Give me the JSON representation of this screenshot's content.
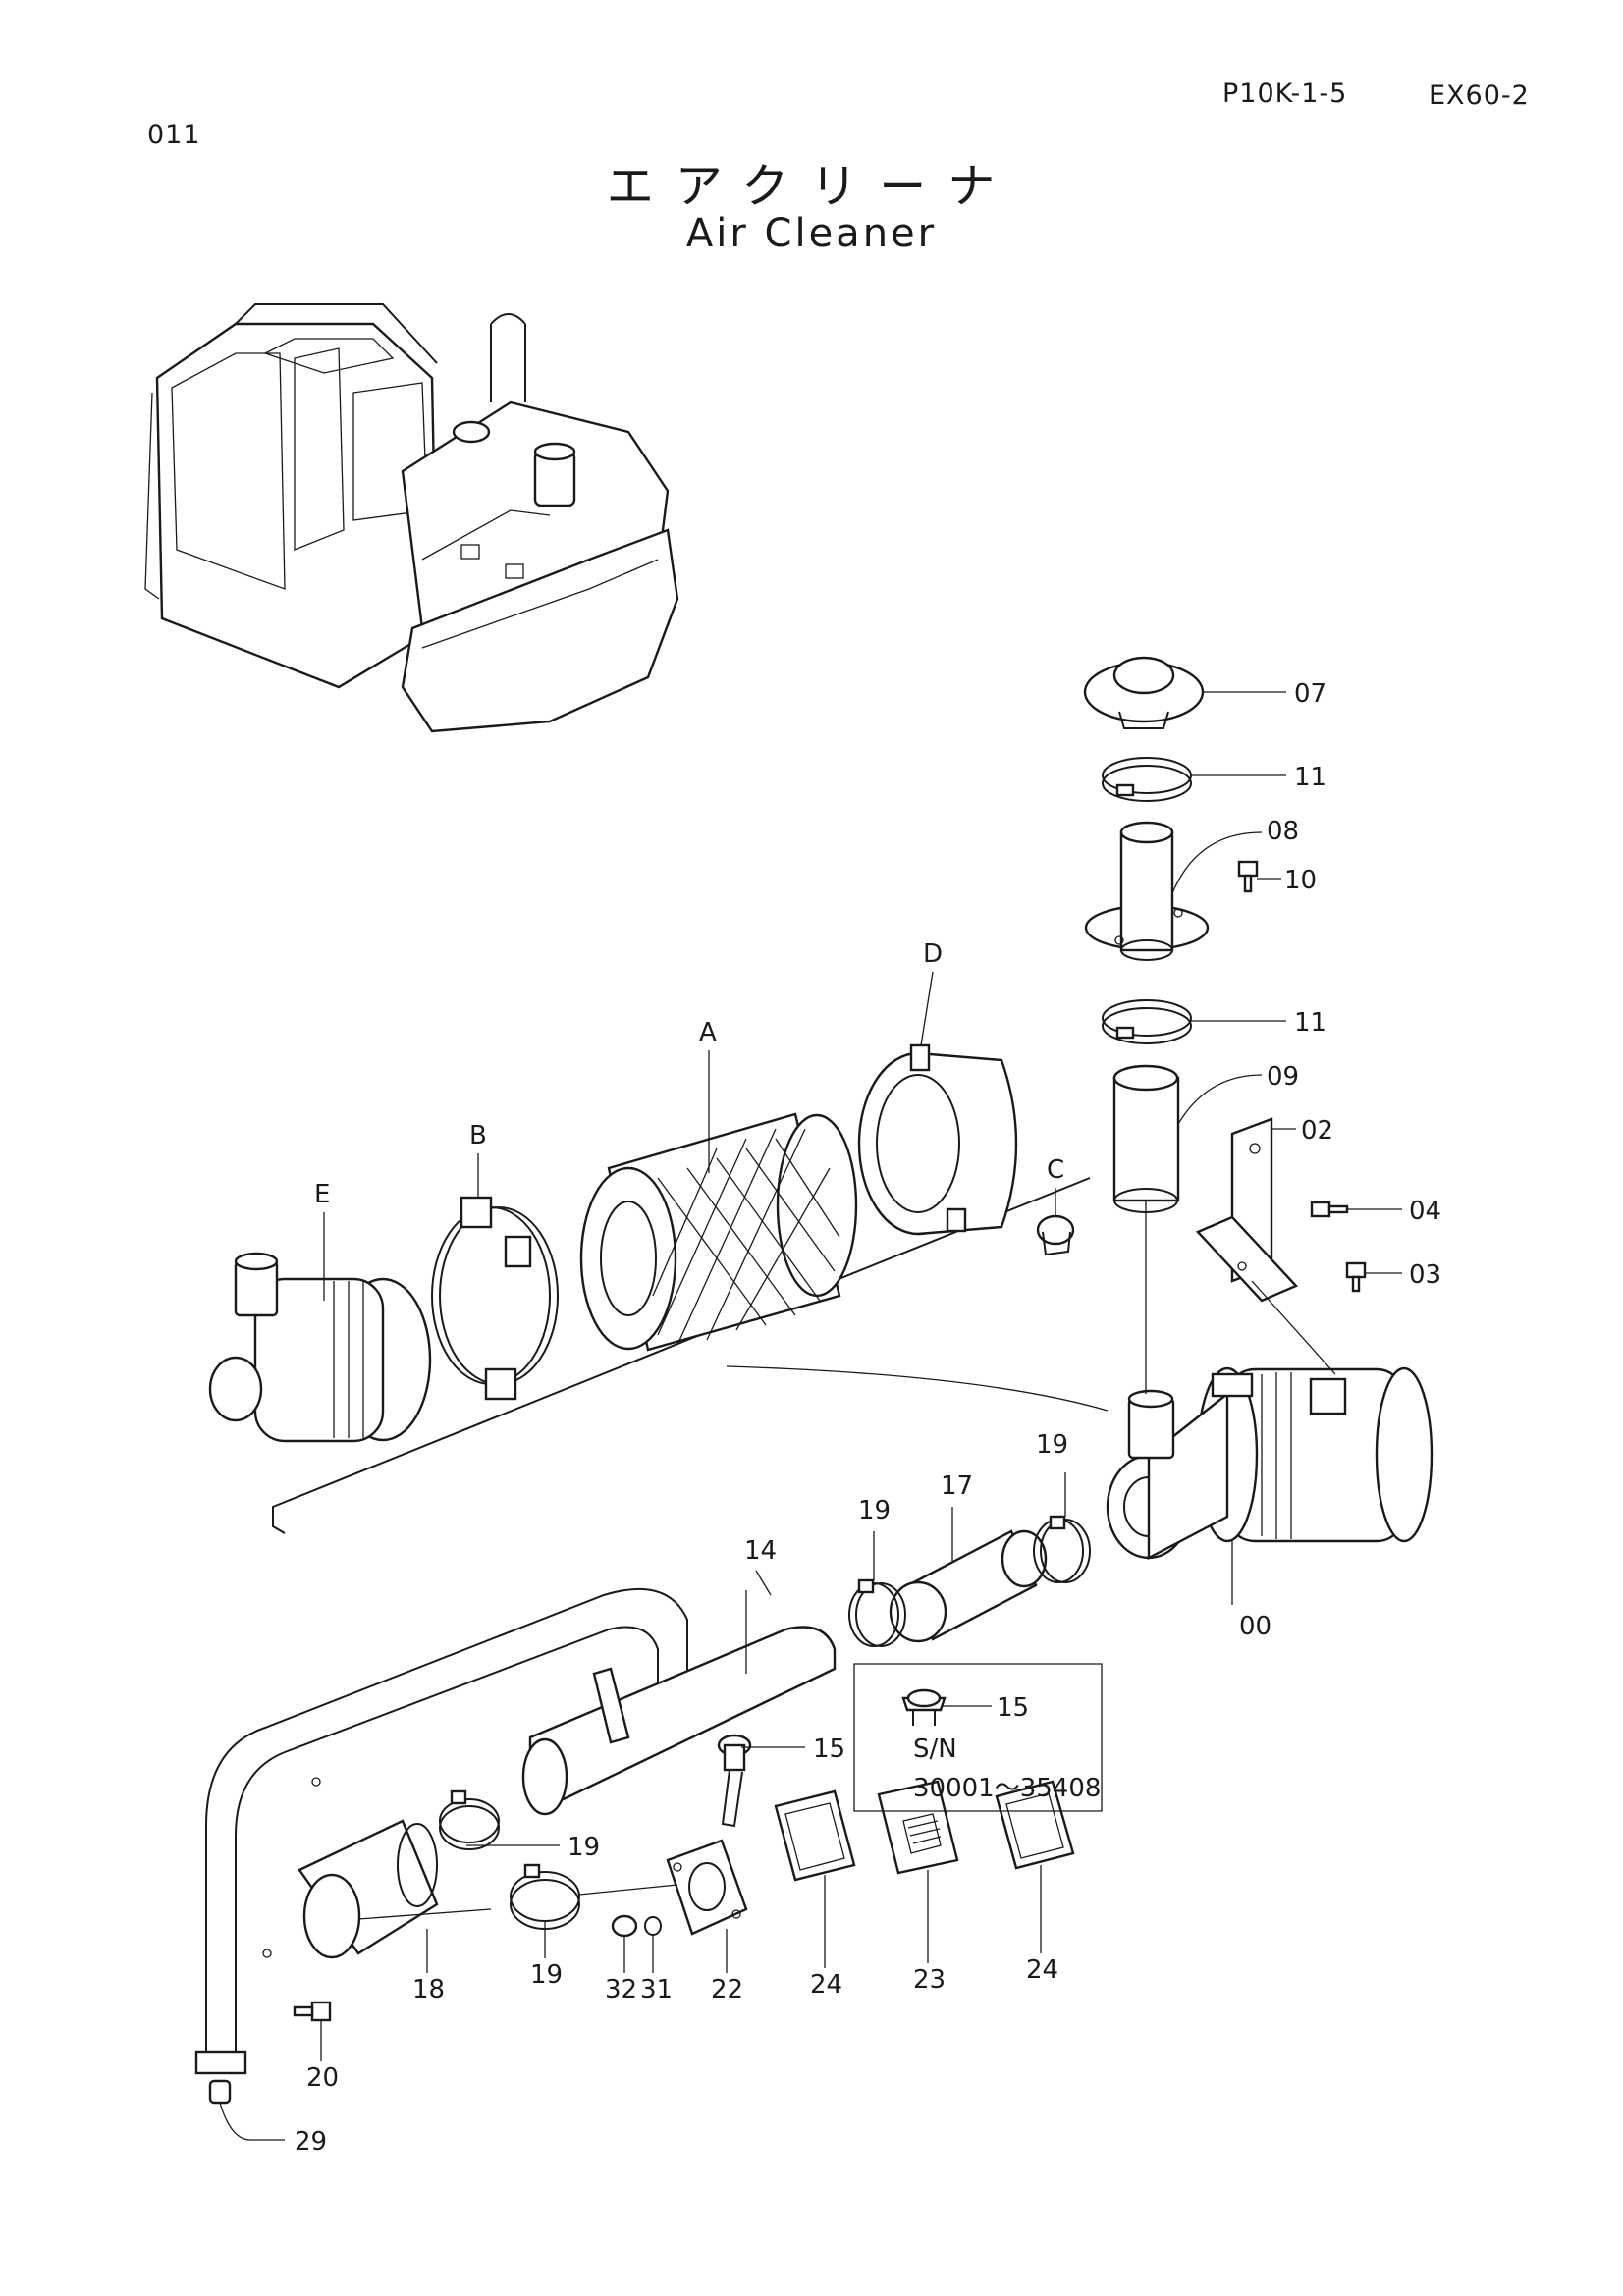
{
  "header": {
    "page_number": "011",
    "catalog_code": "P10K-1-5",
    "model": "EX60-2"
  },
  "title": {
    "japanese": "エアクリーナ",
    "english": "Air Cleaner"
  },
  "detail_box": {
    "serial_label": "S/N",
    "serial_range": "30001～35408"
  },
  "callouts": {
    "c00": "00",
    "c02": "02",
    "c03": "03",
    "c04": "04",
    "c07": "07",
    "c08": "08",
    "c09": "09",
    "c10": "10",
    "c11a": "11",
    "c11b": "11",
    "c14": "14",
    "c15a": "15",
    "c15b": "15",
    "c17": "17",
    "c18": "18",
    "c19a": "19",
    "c19b": "19",
    "c19c": "19",
    "c19d": "19",
    "c20": "20",
    "c22": "22",
    "c23": "23",
    "c24a": "24",
    "c24b": "24",
    "c29": "29",
    "c31": "31",
    "c32": "32",
    "cA": "A",
    "cB": "B",
    "cC": "C",
    "cD": "D",
    "cE": "E"
  }
}
